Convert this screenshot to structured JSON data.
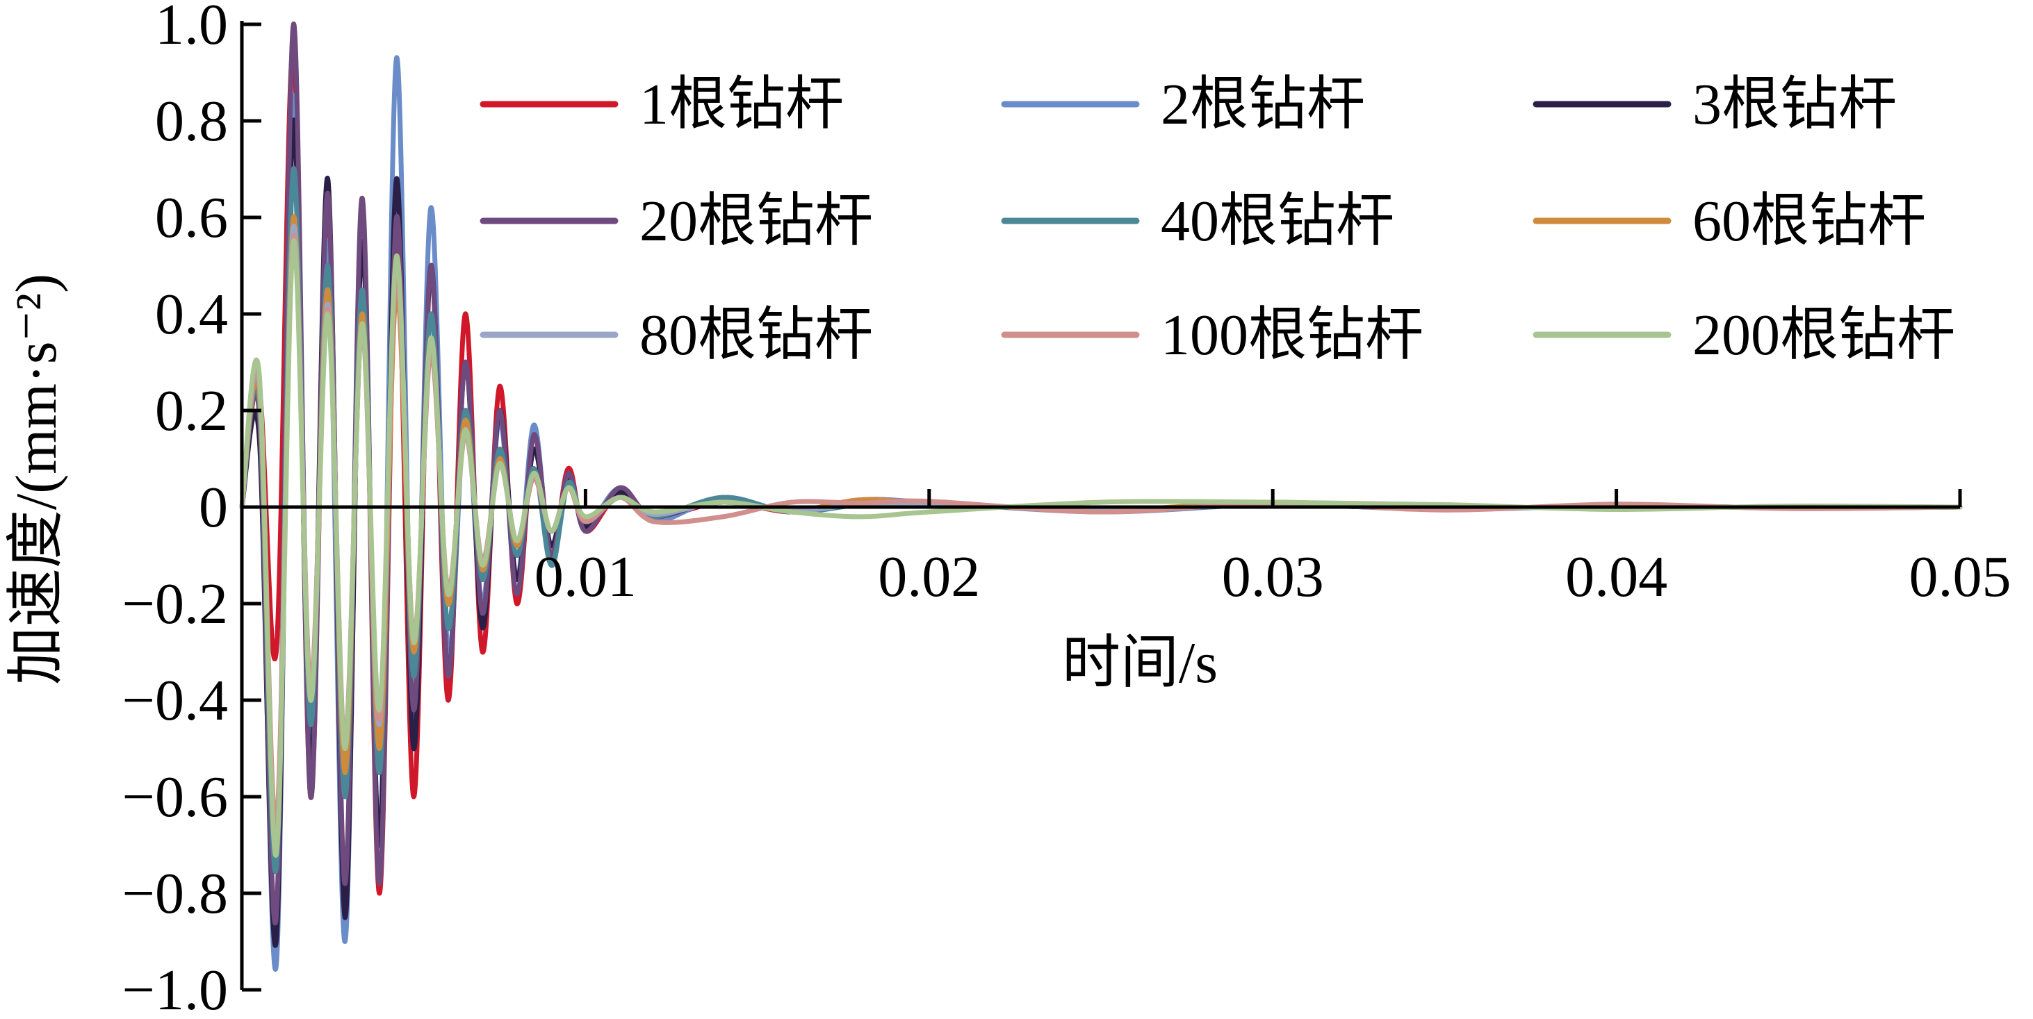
{
  "chart_data": {
    "type": "line",
    "title": "",
    "xlabel": "时间/s",
    "ylabel": "加速度/(mm·s⁻²)",
    "xlim": [
      0,
      0.05
    ],
    "ylim": [
      -1.0,
      1.0
    ],
    "xticks": [
      0.01,
      0.02,
      0.03,
      0.04,
      0.05
    ],
    "xtick_labels": [
      "0.01",
      "0.02",
      "0.03",
      "0.04",
      "0.05"
    ],
    "yticks": [
      1.0,
      0.8,
      0.6,
      0.4,
      0.2,
      0,
      -0.2,
      -0.4,
      -0.6,
      -0.8,
      -1.0
    ],
    "ytick_labels": [
      "1.0",
      "0.8",
      "0.6",
      "0.4",
      "0.2",
      "0",
      "−0.2",
      "−0.4",
      "−0.6",
      "−0.8",
      "−1.0"
    ],
    "grid": false,
    "legend_position": "top-right",
    "legend_columns": 3,
    "series": [
      {
        "name": "1根钻杆",
        "color": "#d0182a",
        "x": [
          0,
          0.0005,
          0.001,
          0.0015,
          0.002,
          0.0025,
          0.003,
          0.0035,
          0.004,
          0.0045,
          0.005,
          0.0055,
          0.006,
          0.0065,
          0.007,
          0.0075,
          0.008,
          0.0085,
          0.009,
          0.0095,
          0.01,
          0.011,
          0.012,
          0.014,
          0.016,
          0.018,
          0.02,
          0.025,
          0.03,
          0.035,
          0.04,
          0.045,
          0.05
        ],
        "y": [
          0,
          0.25,
          -0.3,
          0.95,
          -0.6,
          0.6,
          -0.8,
          0.6,
          -0.8,
          0.55,
          -0.6,
          0.5,
          -0.4,
          0.4,
          -0.3,
          0.25,
          -0.2,
          0.15,
          -0.1,
          0.08,
          -0.05,
          0.03,
          -0.02,
          0.01,
          -0.01,
          0.01,
          0.005,
          -0.005,
          0.005,
          -0.003,
          0.002,
          -0.001,
          0
        ]
      },
      {
        "name": "2根钻杆",
        "color": "#6a8cc8",
        "x": [
          0,
          0.0005,
          0.001,
          0.0015,
          0.002,
          0.0025,
          0.003,
          0.0035,
          0.004,
          0.0045,
          0.005,
          0.0055,
          0.006,
          0.0065,
          0.007,
          0.0075,
          0.008,
          0.0085,
          0.009,
          0.0095,
          0.01,
          0.011,
          0.012,
          0.014,
          0.016,
          0.018,
          0.02,
          0.025,
          0.03,
          0.035,
          0.04,
          0.045,
          0.05
        ],
        "y": [
          0,
          0.2,
          -0.95,
          0.85,
          -0.5,
          0.55,
          -0.9,
          0.6,
          -0.7,
          0.93,
          -0.45,
          0.62,
          -0.3,
          0.2,
          -0.2,
          0.18,
          -0.15,
          0.17,
          -0.12,
          0.06,
          -0.04,
          0.04,
          -0.03,
          0.02,
          -0.01,
          0.015,
          0.01,
          -0.01,
          0.005,
          -0.005,
          0.003,
          -0.002,
          0
        ]
      },
      {
        "name": "3根钻杆",
        "color": "#2a1f47",
        "x": [
          0,
          0.0005,
          0.001,
          0.0015,
          0.002,
          0.0025,
          0.003,
          0.0035,
          0.004,
          0.0045,
          0.005,
          0.0055,
          0.006,
          0.0065,
          0.007,
          0.0075,
          0.008,
          0.0085,
          0.009,
          0.0095,
          0.01,
          0.011,
          0.012,
          0.014,
          0.016,
          0.018,
          0.02,
          0.025,
          0.03,
          0.035,
          0.04,
          0.045,
          0.05
        ],
        "y": [
          0,
          0.15,
          -0.9,
          0.8,
          -0.55,
          0.68,
          -0.85,
          0.55,
          -0.7,
          0.68,
          -0.5,
          0.5,
          -0.35,
          0.3,
          -0.25,
          0.2,
          -0.15,
          0.12,
          -0.08,
          0.06,
          -0.04,
          0.03,
          -0.02,
          0.015,
          -0.01,
          0.01,
          0.005,
          -0.005,
          0.004,
          -0.003,
          0.002,
          -0.001,
          0
        ]
      },
      {
        "name": "20根钻杆",
        "color": "#6e4a7e",
        "x": [
          0,
          0.0005,
          0.001,
          0.0015,
          0.002,
          0.0025,
          0.003,
          0.0035,
          0.004,
          0.0045,
          0.005,
          0.0055,
          0.006,
          0.0065,
          0.007,
          0.0075,
          0.008,
          0.0085,
          0.009,
          0.0095,
          0.01,
          0.011,
          0.012,
          0.014,
          0.016,
          0.018,
          0.02,
          0.025,
          0.03,
          0.035,
          0.04,
          0.045,
          0.05
        ],
        "y": [
          0,
          0.2,
          -0.85,
          1.0,
          -0.6,
          0.65,
          -0.78,
          0.64,
          -0.78,
          0.6,
          -0.42,
          0.5,
          -0.35,
          0.3,
          -0.22,
          0.2,
          -0.18,
          0.15,
          -0.1,
          0.07,
          -0.05,
          0.04,
          -0.02,
          0.02,
          -0.01,
          0.01,
          0.008,
          -0.006,
          0.005,
          -0.004,
          0.003,
          -0.002,
          0
        ]
      },
      {
        "name": "40根钻杆",
        "color": "#4a8898",
        "x": [
          0,
          0.0005,
          0.001,
          0.0015,
          0.002,
          0.0025,
          0.003,
          0.0035,
          0.004,
          0.0045,
          0.005,
          0.0055,
          0.006,
          0.0065,
          0.007,
          0.0075,
          0.008,
          0.0085,
          0.009,
          0.0095,
          0.01,
          0.011,
          0.012,
          0.014,
          0.016,
          0.018,
          0.02,
          0.025,
          0.03,
          0.035,
          0.04,
          0.045,
          0.05
        ],
        "y": [
          0,
          0.22,
          -0.75,
          0.7,
          -0.45,
          0.5,
          -0.6,
          0.45,
          -0.55,
          0.5,
          -0.35,
          0.4,
          -0.25,
          0.2,
          -0.15,
          0.12,
          -0.1,
          0.08,
          -0.12,
          0.05,
          -0.03,
          0.02,
          -0.02,
          0.02,
          -0.01,
          0.005,
          0.01,
          -0.008,
          0.006,
          -0.004,
          0.003,
          -0.002,
          0
        ]
      },
      {
        "name": "60根钻杆",
        "color": "#d08a3e",
        "x": [
          0,
          0.0005,
          0.001,
          0.0015,
          0.002,
          0.0025,
          0.003,
          0.0035,
          0.004,
          0.0045,
          0.005,
          0.0055,
          0.006,
          0.0065,
          0.007,
          0.0075,
          0.008,
          0.0085,
          0.009,
          0.0095,
          0.01,
          0.011,
          0.012,
          0.014,
          0.016,
          0.018,
          0.02,
          0.025,
          0.03,
          0.035,
          0.04,
          0.045,
          0.05
        ],
        "y": [
          0,
          0.24,
          -0.7,
          0.6,
          -0.4,
          0.45,
          -0.55,
          0.4,
          -0.5,
          0.45,
          -0.3,
          0.35,
          -0.2,
          0.18,
          -0.13,
          0.1,
          -0.08,
          0.07,
          -0.05,
          0.04,
          -0.03,
          0.02,
          -0.015,
          0.01,
          -0.008,
          0.015,
          0.008,
          -0.006,
          0.01,
          -0.004,
          0.004,
          -0.002,
          0
        ]
      },
      {
        "name": "80根钻杆",
        "color": "#9aa6c8",
        "x": [
          0,
          0.0005,
          0.001,
          0.0015,
          0.002,
          0.0025,
          0.003,
          0.0035,
          0.004,
          0.0045,
          0.005,
          0.0055,
          0.006,
          0.0065,
          0.007,
          0.0075,
          0.008,
          0.0085,
          0.009,
          0.0095,
          0.01,
          0.011,
          0.012,
          0.014,
          0.016,
          0.018,
          0.02,
          0.025,
          0.03,
          0.035,
          0.04,
          0.045,
          0.05
        ],
        "y": [
          0,
          0.26,
          -0.68,
          0.58,
          -0.38,
          0.42,
          -0.5,
          0.38,
          -0.45,
          0.5,
          -0.28,
          0.33,
          -0.18,
          0.16,
          -0.12,
          0.09,
          -0.07,
          0.06,
          -0.05,
          0.04,
          -0.03,
          0.02,
          -0.015,
          0.01,
          -0.008,
          0.006,
          0.006,
          -0.005,
          0.004,
          -0.003,
          0.002,
          -0.001,
          0
        ]
      },
      {
        "name": "100根钻杆",
        "color": "#d08e8c",
        "x": [
          0,
          0.0005,
          0.001,
          0.0015,
          0.002,
          0.0025,
          0.003,
          0.0035,
          0.004,
          0.0045,
          0.005,
          0.0055,
          0.006,
          0.0065,
          0.007,
          0.0075,
          0.008,
          0.0085,
          0.009,
          0.0095,
          0.01,
          0.011,
          0.012,
          0.014,
          0.016,
          0.018,
          0.02,
          0.025,
          0.03,
          0.035,
          0.04,
          0.045,
          0.05
        ],
        "y": [
          0,
          0.27,
          -0.66,
          0.56,
          -0.37,
          0.41,
          -0.48,
          0.37,
          -0.44,
          0.48,
          -0.27,
          0.32,
          -0.17,
          0.15,
          -0.11,
          0.09,
          -0.07,
          0.06,
          -0.05,
          0.04,
          -0.03,
          0.02,
          -0.03,
          -0.02,
          0.01,
          0.008,
          0.012,
          -0.01,
          0.008,
          -0.006,
          0.006,
          -0.003,
          0
        ]
      },
      {
        "name": "200根钻杆",
        "color": "#a8c490",
        "x": [
          0,
          0.0005,
          0.001,
          0.0015,
          0.002,
          0.0025,
          0.003,
          0.0035,
          0.004,
          0.0045,
          0.005,
          0.0055,
          0.006,
          0.0065,
          0.007,
          0.0075,
          0.008,
          0.0085,
          0.009,
          0.0095,
          0.01,
          0.011,
          0.012,
          0.014,
          0.016,
          0.018,
          0.02,
          0.025,
          0.03,
          0.035,
          0.04,
          0.045,
          0.05
        ],
        "y": [
          0,
          0.28,
          -0.72,
          0.55,
          -0.4,
          0.4,
          -0.5,
          0.38,
          -0.42,
          0.52,
          -0.28,
          0.35,
          -0.18,
          0.16,
          -0.12,
          0.09,
          -0.07,
          0.07,
          -0.05,
          0.04,
          -0.02,
          0.02,
          -0.01,
          0.01,
          -0.01,
          -0.02,
          -0.01,
          0.01,
          0.01,
          0.005,
          -0.005,
          0.002,
          0
        ]
      }
    ]
  }
}
